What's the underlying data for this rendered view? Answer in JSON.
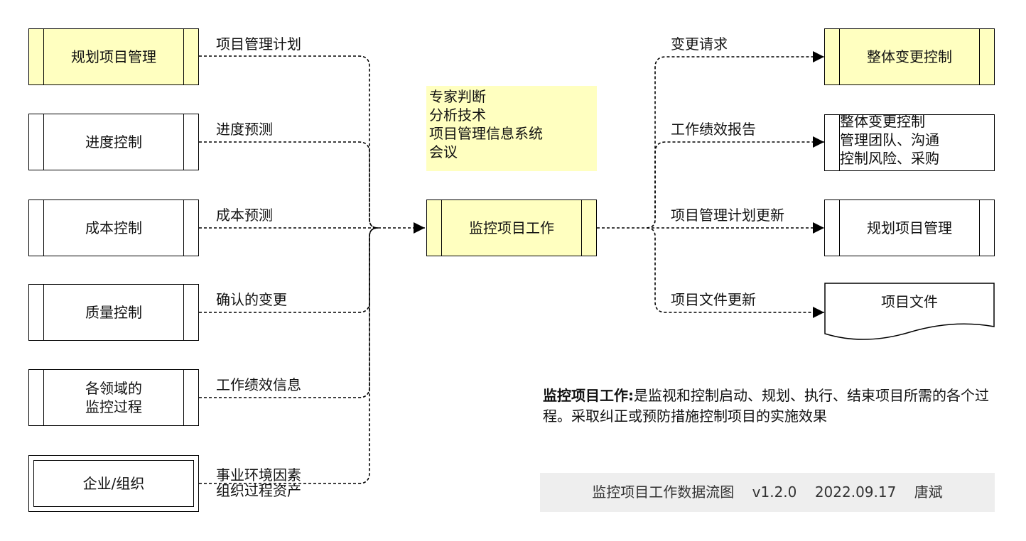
{
  "inputs": {
    "planning": {
      "box": "规划项目管理",
      "flow": "项目管理计划"
    },
    "schedule": {
      "box": "进度控制",
      "flow": "进度预测"
    },
    "cost": {
      "box": "成本控制",
      "flow": "成本预测"
    },
    "quality": {
      "box": "质量控制",
      "flow": "确认的变更"
    },
    "domains": {
      "box": "各领域的\n监控过程",
      "flow": "工作绩效信息"
    },
    "enterprise": {
      "box": "企业/组织",
      "flow": "事业环境因素\n组织过程资产"
    }
  },
  "tools": "专家判断\n分析技术\n项目管理信息系统\n会议",
  "center": {
    "box": "监控项目工作"
  },
  "outputs": {
    "change_control": {
      "box": "整体变更控制",
      "flow": "变更请求"
    },
    "reports": {
      "box": "整体变更控制\n管理团队、沟通\n控制风险、采购",
      "flow": "工作绩效报告"
    },
    "plan_update": {
      "box": "规划项目管理",
      "flow": "项目管理计划更新"
    },
    "doc_update": {
      "box": "项目文件",
      "flow": "项目文件更新"
    }
  },
  "description": {
    "term": "监控项目工作:",
    "text": "是监视和控制启动、规划、执行、结束项目所需的各个过程。采取纠正或预防措施控制项目的实施效果"
  },
  "footer": "监控项目工作数据流图    v1.2.0    2022.09.17    唐斌",
  "colors": {
    "highlight": "#ffffc0",
    "footer_bg": "#eeeeee",
    "line": "#000000"
  }
}
